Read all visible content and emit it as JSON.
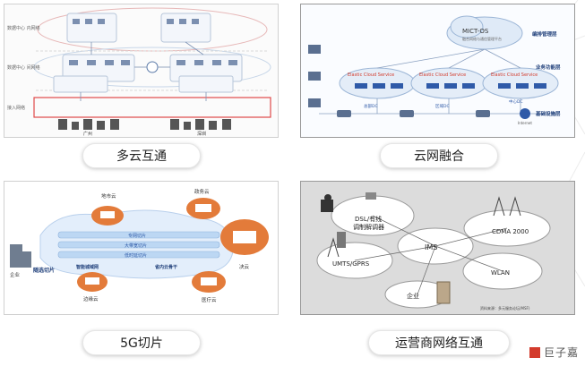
{
  "captions": {
    "multi_cloud": "多云互通",
    "cloud_network": "云网融合",
    "slicing_5g": "5G切片",
    "operator_interconnect": "运营商网络互通"
  },
  "multi_cloud_panel": {
    "left_labels": [
      "数据中心 内网络",
      "数据中心 间网络",
      "接入网络"
    ],
    "city_left": "广州",
    "city_right": "深圳"
  },
  "cloud_network_panel": {
    "os_title": "MICT-OS",
    "os_sub": "融合网络与通信管理平台",
    "ecs_label": "Elastic Cloud Service",
    "right_labels": [
      "编排管理层",
      "业务功能层",
      "基础设施层"
    ],
    "dc_labels": [
      "总部DC",
      "区域DC",
      "中心DC"
    ],
    "internet": "Internet"
  },
  "slicing_panel": {
    "clouds": [
      "地市云",
      "政务云",
      "决云",
      "医疗云",
      "边缘云"
    ],
    "slices": [
      "专网切片",
      "大带宽切片",
      "低时延切片"
    ],
    "enterprise": "企业",
    "slice_tag": "随选切片",
    "metro": "智能城域网",
    "backbone": "省内云骨干"
  },
  "operator_panel": {
    "dsl": "DSL/有线",
    "modem": "调制解调器",
    "ims": "IMS",
    "cdma": "CDMA 2000",
    "umts": "UMTS/GPRS",
    "wlan": "WLAN",
    "enterprise": "企业",
    "source": "资料来源：多元服务论坛(MSF)"
  },
  "brand": {
    "logo_text": "巨子嘉",
    "accent": "#d33b2c"
  }
}
